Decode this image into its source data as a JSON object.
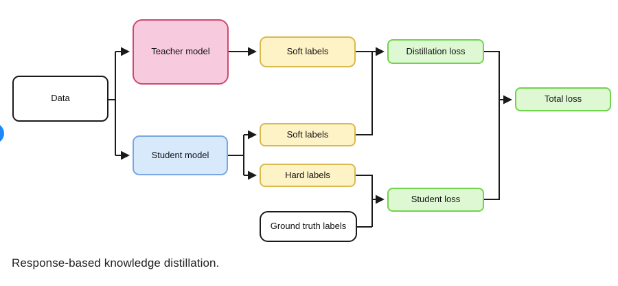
{
  "page": {
    "background_color": "#ffffff",
    "caption": "Response-based knowledge distillation."
  },
  "diagram": {
    "title": "Response-based knowledge distillation",
    "connector_color": "#1a1a1a",
    "nodes": [
      {
        "id": "data",
        "label": "Data",
        "fill": "#ffffff",
        "stroke": "#1a1a1a"
      },
      {
        "id": "teacher-model",
        "label": "Teacher model",
        "fill": "#f8cadd",
        "stroke": "#cc4a70"
      },
      {
        "id": "student-model",
        "label": "Student model",
        "fill": "#d8e9fb",
        "stroke": "#78a8e2"
      },
      {
        "id": "soft-labels-teacher",
        "label": "Soft labels",
        "fill": "#fdf3c6",
        "stroke": "#d8ba4e"
      },
      {
        "id": "soft-labels-student",
        "label": "Soft labels",
        "fill": "#fdf3c6",
        "stroke": "#d8ba4e"
      },
      {
        "id": "hard-labels",
        "label": "Hard labels",
        "fill": "#fdf3c6",
        "stroke": "#d8ba4e"
      },
      {
        "id": "ground-truth-labels",
        "label": "Ground truth labels",
        "fill": "#ffffff",
        "stroke": "#1a1a1a"
      },
      {
        "id": "distillation-loss",
        "label": "Distillation loss",
        "fill": "#ddf8d2",
        "stroke": "#70d44b"
      },
      {
        "id": "student-loss",
        "label": "Student loss",
        "fill": "#ddf8d2",
        "stroke": "#70d44b"
      },
      {
        "id": "total-loss",
        "label": "Total loss",
        "fill": "#ddf8d2",
        "stroke": "#70d44b"
      }
    ],
    "edges": [
      {
        "from": "data",
        "to": "teacher-model"
      },
      {
        "from": "data",
        "to": "student-model"
      },
      {
        "from": "teacher-model",
        "to": "soft-labels-teacher"
      },
      {
        "from": "soft-labels-teacher",
        "to": "distillation-loss"
      },
      {
        "from": "soft-labels-student",
        "to": "distillation-loss"
      },
      {
        "from": "student-model",
        "to": "soft-labels-student"
      },
      {
        "from": "student-model",
        "to": "hard-labels"
      },
      {
        "from": "hard-labels",
        "to": "student-loss"
      },
      {
        "from": "ground-truth-labels",
        "to": "student-loss"
      },
      {
        "from": "distillation-loss",
        "to": "total-loss"
      },
      {
        "from": "student-loss",
        "to": "total-loss"
      }
    ]
  },
  "decorations": {
    "edge_indicator_color": "#1c87fb"
  }
}
